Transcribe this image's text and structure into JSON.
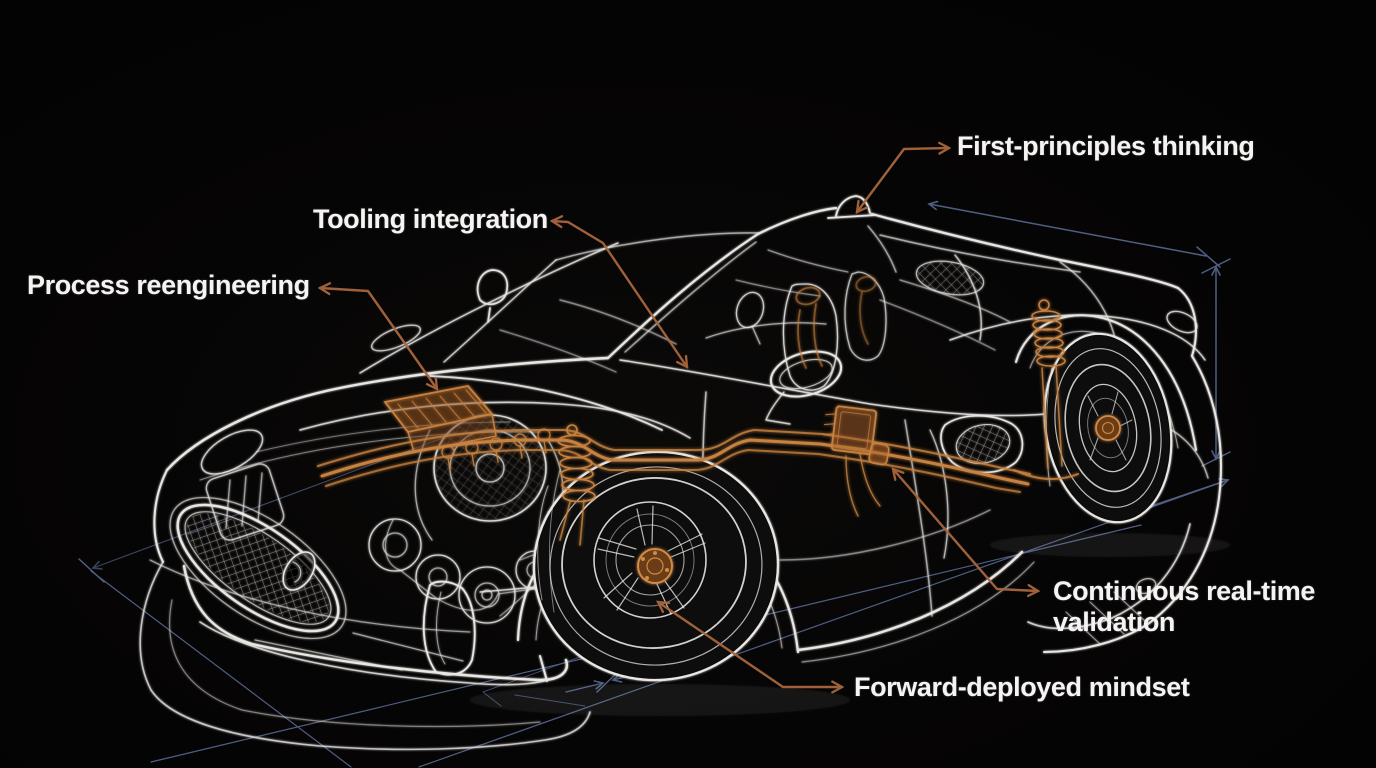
{
  "scene": {
    "description": "Black-background wireframe cutaway illustration of a sports car with orange-highlighted drivetrain components, blueprint dimension lines, and five annotated engineering principles"
  },
  "annotations": {
    "first_principles": {
      "label": "First-principles thinking"
    },
    "tooling": {
      "label": "Tooling integration"
    },
    "process": {
      "label": "Process reengineering"
    },
    "continuous": {
      "label_line1": "Continuous real-time",
      "label_line2": "validation"
    },
    "forward": {
      "label": "Forward-deployed mindset"
    }
  },
  "icons": {
    "annotation_arrow": "open-chevron connector line",
    "dimension_marks": "blueprint arrows and slash ticks"
  },
  "colors": {
    "background": "#060505",
    "wireframe_white": "#e9e7e3",
    "component_orange": "#c8823f",
    "arrow_orange": "#a8663e",
    "dimension_blue": "#5a6c94",
    "label_white": "#f5f4f2"
  }
}
